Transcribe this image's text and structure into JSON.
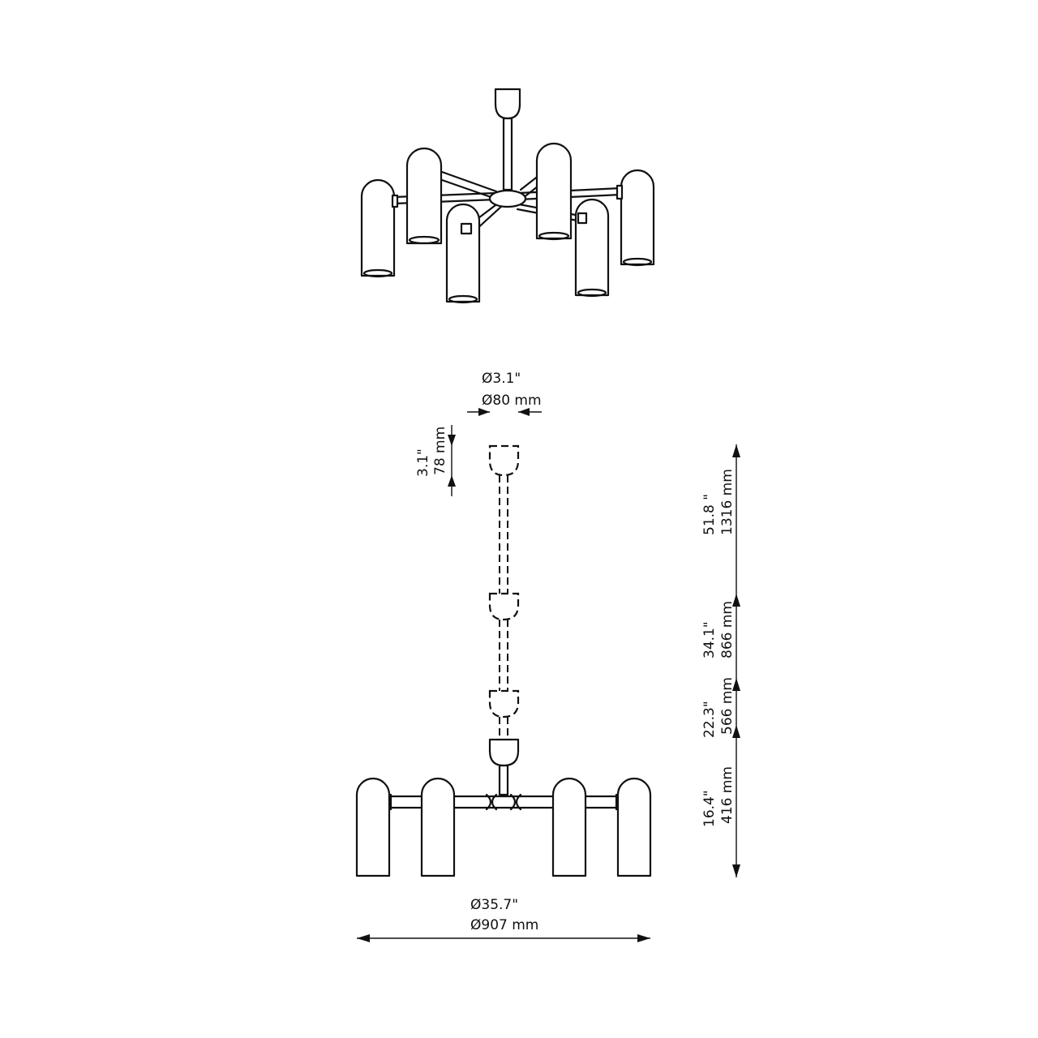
{
  "dimensions": {
    "canopy_diameter_in": "Ø3.1\"",
    "canopy_diameter_mm": "Ø80 mm",
    "canopy_height_in": "3.1\"",
    "canopy_height_mm": "78 mm",
    "max_height_in": "51.8 \"",
    "max_height_mm": "1316 mm",
    "height2_in": "34.1\"",
    "height2_mm": "866 mm",
    "height3_in": "22.3\"",
    "height3_mm": "566 mm",
    "fixture_height_in": "16.4\"",
    "fixture_height_mm": "416 mm",
    "overall_diameter_in": "Ø35.7\"",
    "overall_diameter_mm": "Ø907 mm"
  }
}
